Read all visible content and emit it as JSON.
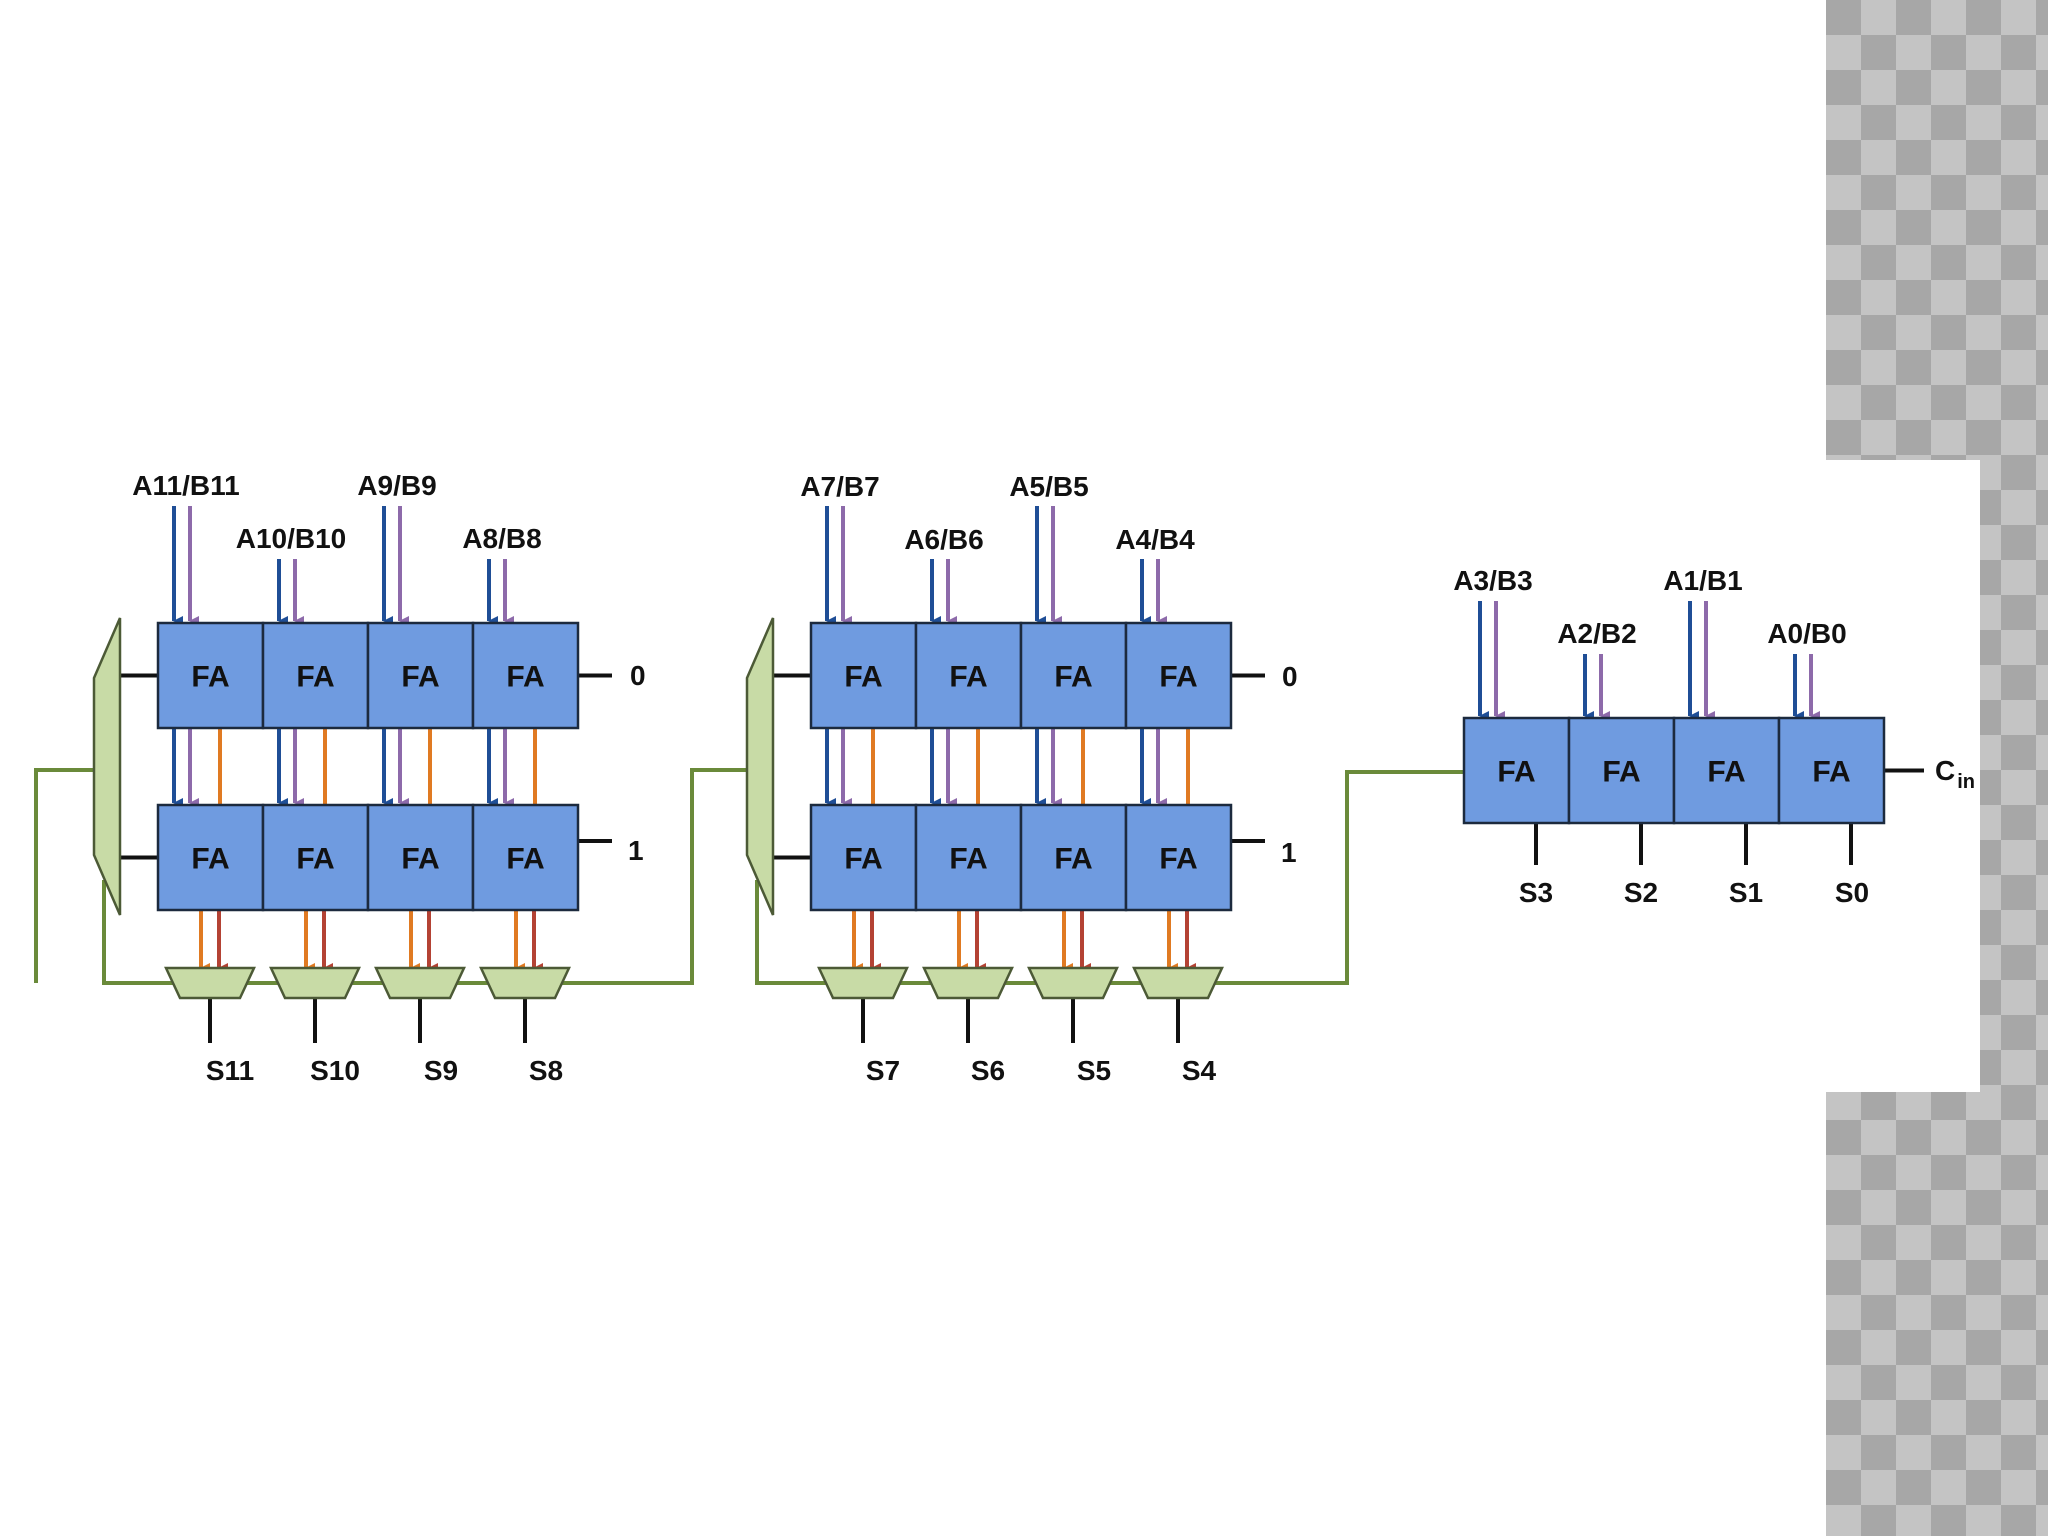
{
  "diagram": {
    "block_label": "FA",
    "cin_label": "C",
    "cin_sub": "in",
    "colors": {
      "fa_fill": "#6f9be0",
      "fa_stroke": "#1c2a3e",
      "mux_fill": "#c8dba6",
      "mux_stroke": "#4c5a36",
      "wire_green": "#6a8a3a",
      "arrow_a": "#1f4e96",
      "arrow_b": "#8d6aaa",
      "carry_orange": "#e07a22",
      "out_red": "#b44234"
    },
    "stage3": {
      "inputs_top": [
        "A11/B11",
        "A9/B9"
      ],
      "inputs_bottom": [
        "A10/B10",
        "A8/B8"
      ],
      "carry0": "0",
      "carry1": "1",
      "outputs": [
        "S11",
        "S10",
        "S9",
        "S8"
      ]
    },
    "stage2": {
      "inputs_top": [
        "A7/B7",
        "A5/B5"
      ],
      "inputs_bottom": [
        "A6/B6",
        "A4/B4"
      ],
      "carry0": "0",
      "carry1": "1",
      "outputs": [
        "S7",
        "S6",
        "S5",
        "S4"
      ]
    },
    "stage1": {
      "inputs_top": [
        "A3/B3",
        "A1/B1"
      ],
      "inputs_bottom": [
        "A2/B2",
        "A0/B0"
      ],
      "outputs": [
        "S3",
        "S2",
        "S1",
        "S0"
      ]
    }
  }
}
